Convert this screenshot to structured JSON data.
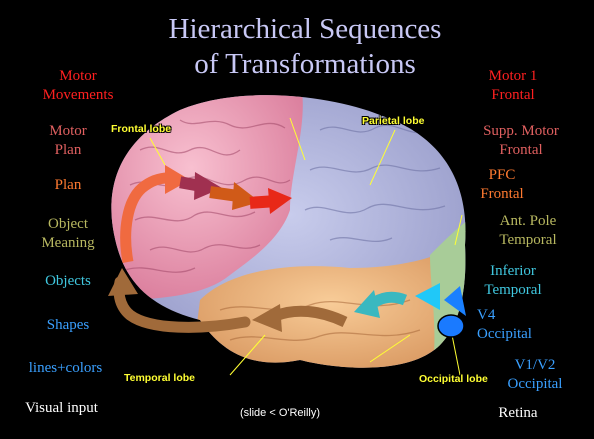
{
  "title": {
    "line1": "Hierarchical Sequences",
    "line2": "of Transformations"
  },
  "left_labels": {
    "motor_movements": [
      "Motor",
      "Movements"
    ],
    "motor_plan": [
      "Motor",
      "Plan"
    ],
    "plan": "Plan",
    "object_meaning": [
      "Object",
      "Meaning"
    ],
    "objects": "Objects",
    "shapes": "Shapes",
    "lines_colors": "lines+colors",
    "visual_input": "Visual input"
  },
  "right_labels": {
    "motor1": [
      "Motor 1",
      "Frontal"
    ],
    "supp_motor": [
      "Supp. Motor",
      "Frontal"
    ],
    "pfc": [
      "PFC",
      "Frontal"
    ],
    "ant_pole": [
      "Ant. Pole",
      "Temporal"
    ],
    "inferior_temporal": [
      "Inferior",
      "Temporal"
    ],
    "v4": [
      "V4",
      "Occipital"
    ],
    "v1v2": [
      "V1/V2",
      "Occipital"
    ],
    "retina": "Retina"
  },
  "brain_labels": {
    "frontal": "Frontal lobe",
    "parietal": "Parietal lobe",
    "temporal": "Temporal lobe",
    "occipital": "Occipital lobe"
  },
  "credit": "(slide < O'Reilly)",
  "colors": {
    "background": "#000000",
    "title": "#c8c8f5",
    "motor_red": "#ff2020",
    "motor_plan": "#e06060",
    "plan_orange": "#ff7a30",
    "olive": "#b8b860",
    "cyan": "#40c8e0",
    "blue": "#3aa0ff",
    "white": "#ffffff",
    "brain_label_yellow": "#ffff33",
    "frontal_lobe": "#f0a8c0",
    "parietal_lobe": "#b0b4dc",
    "temporal_lobe": "#f0b880",
    "occipital_lobe": "#a8cc98"
  }
}
